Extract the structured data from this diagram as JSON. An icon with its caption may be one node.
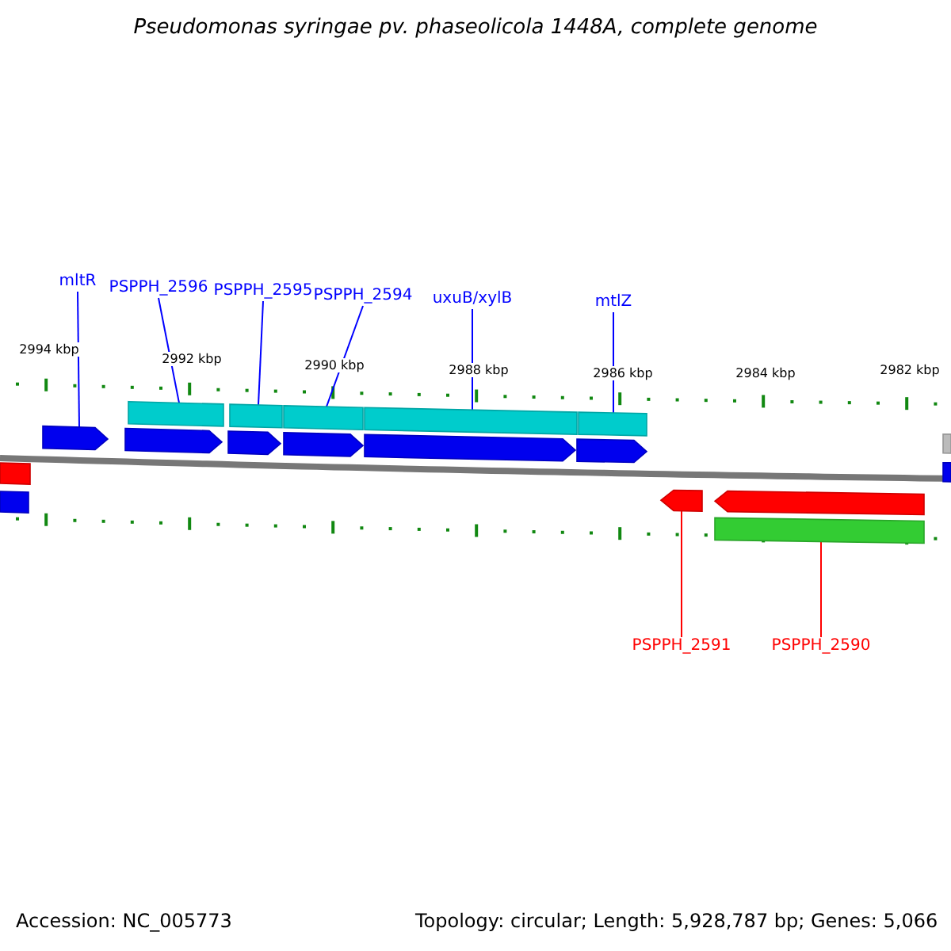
{
  "diagram": {
    "title": "Pseudomonas syringae pv. phaseolicola 1448A, complete genome",
    "nodes": [
      {
        "text": [
          "mltR"
        ]
      },
      {
        "text": [
          "PSPPH_2596"
        ]
      },
      {
        "text": [
          "PSPPH_2595"
        ]
      },
      {
        "text": [
          "PSPPH_2594"
        ]
      },
      {
        "text": [
          "uxuB/xylB"
        ]
      },
      {
        "text": [
          "mtlZ"
        ]
      },
      {
        "text": [
          "PSPPH_2591"
        ]
      },
      {
        "text": [
          "PSPPH_2590"
        ]
      },
      {
        "text": [],
        "shape": "bar"
      },
      {
        "text": [],
        "shape": "bar"
      },
      {
        "text": [],
        "shape": "pentagon"
      },
      {
        "text": [],
        "shape": "bar"
      },
      {
        "text": [],
        "shape": "pentagon"
      },
      {
        "text": [],
        "shape": "bar"
      },
      {
        "text": [],
        "shape": "pentagon"
      },
      {
        "text": [],
        "shape": "bar"
      },
      {
        "text": [],
        "shape": "pentagon"
      },
      {
        "text": [],
        "shape": "bar"
      },
      {
        "text": [],
        "shape": "pentagon"
      },
      {
        "text": [],
        "shape": "bar"
      },
      {
        "text": [],
        "shape": "pentagon"
      },
      {
        "text": [],
        "shape": "pentagon"
      },
      {
        "text": [],
        "shape": "pentagon"
      },
      {
        "text": [],
        "shape": "bar"
      },
      {
        "text": [],
        "shape": "bar"
      },
      {
        "text": [],
        "shape": "bar"
      }
    ],
    "edges": [
      {
        "from": 0,
        "to": 10,
        "arrow": "none"
      },
      {
        "from": 1,
        "to": 11,
        "arrow": "none"
      },
      {
        "from": 2,
        "to": 13,
        "arrow": "none"
      },
      {
        "from": 3,
        "to": 15,
        "arrow": "none"
      },
      {
        "from": 4,
        "to": 17,
        "arrow": "none"
      },
      {
        "from": 5,
        "to": 19,
        "arrow": "none"
      },
      {
        "from": 6,
        "to": 21,
        "arrow": "none",
        "color": "#ff0000"
      },
      {
        "from": 7,
        "to": 23,
        "arrow": "none",
        "color": "#ff0000"
      }
    ],
    "labels": [
      "2994 kbp",
      "2992 kbp",
      "2990 kbp",
      "2988 kbp",
      "2986 kbp",
      "2984 kbp",
      "2982 kbp",
      "Accession: NC_005773",
      "Topology: circular; Length: 5,928,787 bp; Genes: 5,066"
    ]
  }
}
